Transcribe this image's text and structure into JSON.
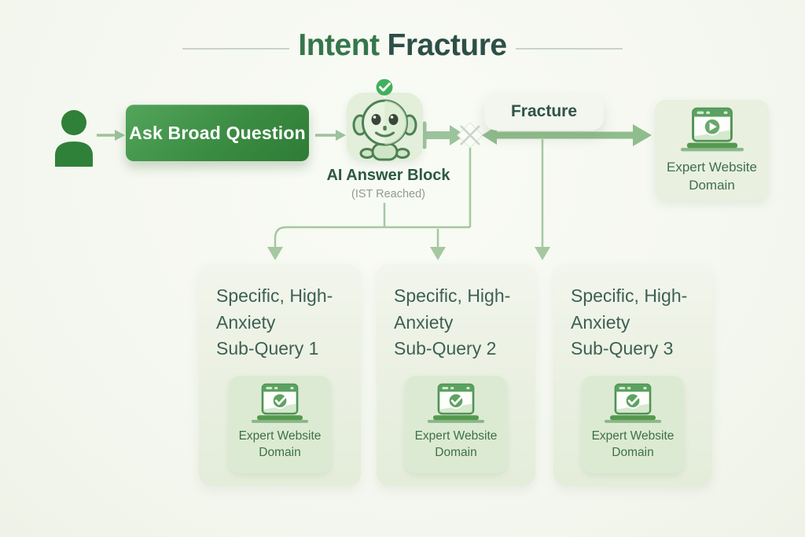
{
  "title": {
    "text_primary": "Intent",
    "text_secondary": "Fracture"
  },
  "flow": {
    "ask_button_label": "Ask Broad Question",
    "ai_block": {
      "label": "AI Answer Block",
      "sublabel": "(IST Reached)"
    },
    "fracture_label": "Fracture",
    "expert_card_label": "Expert Website Domain"
  },
  "subqueries": [
    {
      "lines": [
        "Specific, High-",
        "Anxiety",
        "Sub-Query 1"
      ],
      "domain_label": "Expert Website Domain"
    },
    {
      "lines": [
        "Specific, High-",
        "Anxiety",
        "Sub-Query 2"
      ],
      "domain_label": "Expert Website Domain"
    },
    {
      "lines": [
        "Specific, High-",
        "Anxiety",
        "Sub-Query 3"
      ],
      "domain_label": "Expert Website Domain"
    }
  ],
  "icons": {
    "user": "person-icon",
    "robot": "ai-robot-icon",
    "badge": "check-badge-icon",
    "break_point": "fracture-x-icon",
    "expert_top": "browser-play-icon",
    "expert_sub": "browser-check-icon"
  },
  "colors": {
    "background": "#f5f7f1",
    "button_green_light": "#54a55c",
    "button_green_dark": "#2e7c36",
    "person_green": "#2f8038",
    "sage_arrow": "#9cc39b",
    "fracture_arrow": "#8fbd8d",
    "branch_line": "#a5c8a0",
    "title_green": "#35764b",
    "title_dark": "#2d4f47",
    "body_text": "#3d6054",
    "muted_text": "#8f9b8e",
    "card_bg": "#eef3e7",
    "subcard_bg": "#dcead3"
  }
}
